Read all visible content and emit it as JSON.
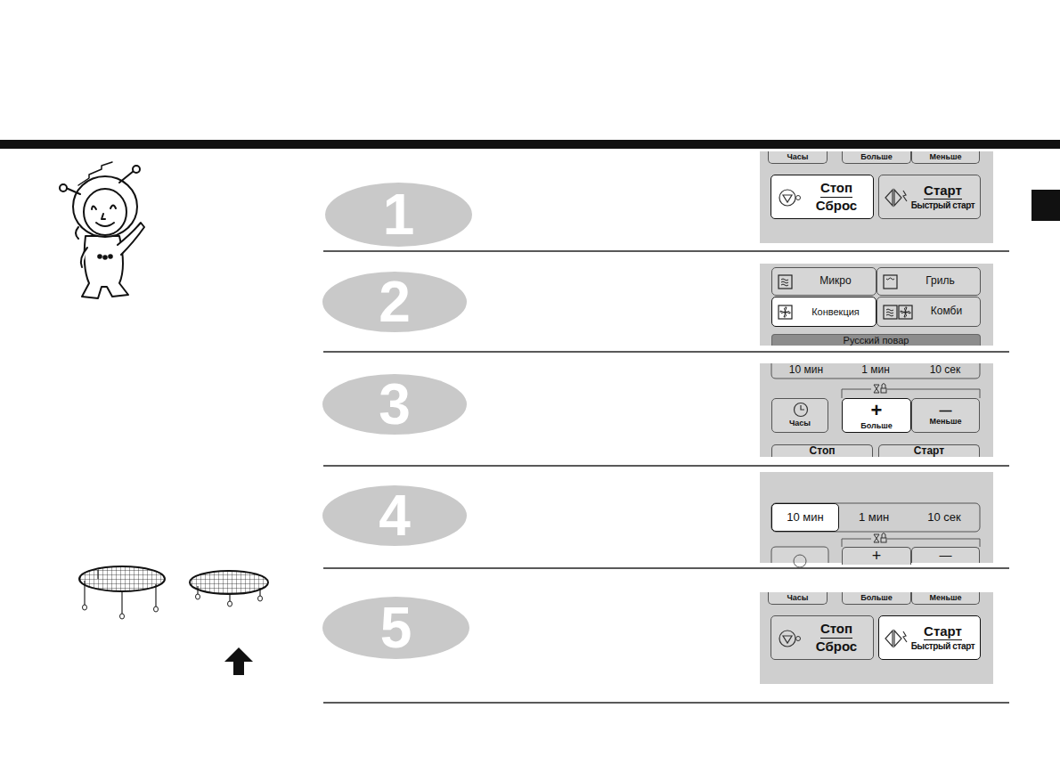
{
  "diagram": {
    "nodes": [
      {
        "text": [
          "1"
        ]
      },
      {
        "text": [
          "Часы"
        ]
      },
      {
        "text": [
          "Больше"
        ]
      },
      {
        "text": [
          "Меньше"
        ]
      },
      {
        "text": [
          "Стоп",
          "Сброс"
        ]
      },
      {
        "text": [
          "Старт",
          "Быстрый старт"
        ]
      },
      {
        "text": [
          "2"
        ]
      },
      {
        "text": [
          "Микро"
        ]
      },
      {
        "text": [
          "Гриль"
        ]
      },
      {
        "text": [
          "Конвекция"
        ]
      },
      {
        "text": [
          "Комби"
        ]
      },
      {
        "text": [
          "Русский повар"
        ]
      },
      {
        "text": [
          "3"
        ]
      },
      {
        "text": [
          "10 мин"
        ]
      },
      {
        "text": [
          "1 мин"
        ]
      },
      {
        "text": [
          "10 сек"
        ]
      },
      {
        "text": [
          "Часы"
        ]
      },
      {
        "text": [
          "+",
          "Больше"
        ]
      },
      {
        "text": [
          "—",
          "Меньше"
        ]
      },
      {
        "text": [
          "Стоп"
        ]
      },
      {
        "text": [
          "Старт"
        ]
      },
      {
        "text": [
          "4"
        ]
      },
      {
        "text": [
          "10 мин"
        ]
      },
      {
        "text": [
          "1 мин"
        ]
      },
      {
        "text": [
          "10 сек"
        ]
      },
      {
        "text": [
          "+"
        ]
      },
      {
        "text": [
          "—"
        ]
      },
      {
        "text": [
          "5"
        ]
      },
      {
        "text": [
          "Часы"
        ]
      },
      {
        "text": [
          "Больше"
        ]
      },
      {
        "text": [
          "Меньше"
        ]
      },
      {
        "text": [
          "Стоп",
          "Сброс"
        ]
      },
      {
        "text": [
          "Старт",
          "Быстрый старт"
        ]
      }
    ]
  }
}
